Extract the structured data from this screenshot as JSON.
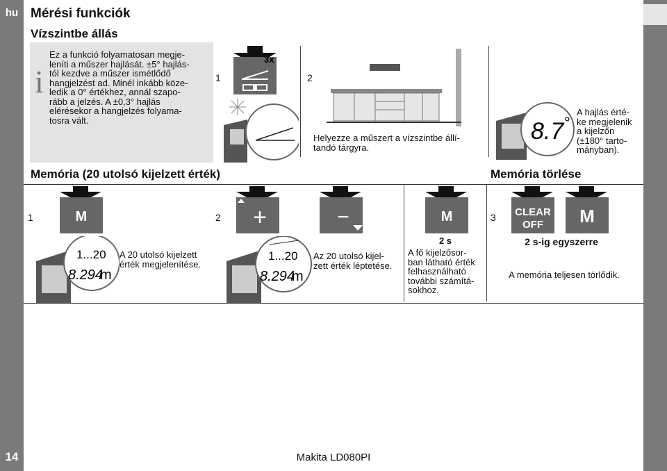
{
  "lang_tab": "hu",
  "page_number": "14",
  "title": "Mérési funkciók",
  "footer": "Makita LD080PI",
  "tilt": {
    "heading": "Vízszintbe állás",
    "note": "Ez a funkció folyamatosan megje-\nleníti a műszer hajlását. ±5° hajlás-\ntól kezdve a műszer ismétlődő\nhangjelzést ad. Minél inkább köze-\nledik a 0° értékhez, annál szapo-\nrább a jelzés. A ±0,3° hajlás\nelérésekor a hangjelzés folyama-\ntosra vált.",
    "step1": "1",
    "press_count": "3x",
    "step2": "2",
    "step2_text": "Helyezze a műszert a vízszintbe állí-\ntandó tárgyra.",
    "display_value": "8.7",
    "display_unit": "°",
    "display_text": "A hajlás érté-\nke megjelenik\na kijelzőn\n(±180° tarto-\nmányban)."
  },
  "memory": {
    "heading": "Memória (20 utolsó kijelzett érték)",
    "step1": "1",
    "step2": "2",
    "key_m": "M",
    "key_plus": "+",
    "key_minus": "−",
    "mem_index": "1...20",
    "mem_value": "8.294",
    "mem_unit": "m",
    "text1": "A 20 utolsó kijelzett\nérték megjelenítése.",
    "text2": "Az 20 utolsó kijel-\nzett érték léptetése.",
    "hold_time": "2 s",
    "text3": "A fő kijelzősor-\nban látható érték\nfelhasználható\ntovábbi számítá-\nsokhoz."
  },
  "clear": {
    "heading": "Memória törlése",
    "step3": "3",
    "key_clear_1": "CLEAR",
    "key_clear_2": "OFF",
    "key_m": "M",
    "hold_text": "2 s-ig egyszerre",
    "result_text": "A memória teljesen törlődik."
  }
}
